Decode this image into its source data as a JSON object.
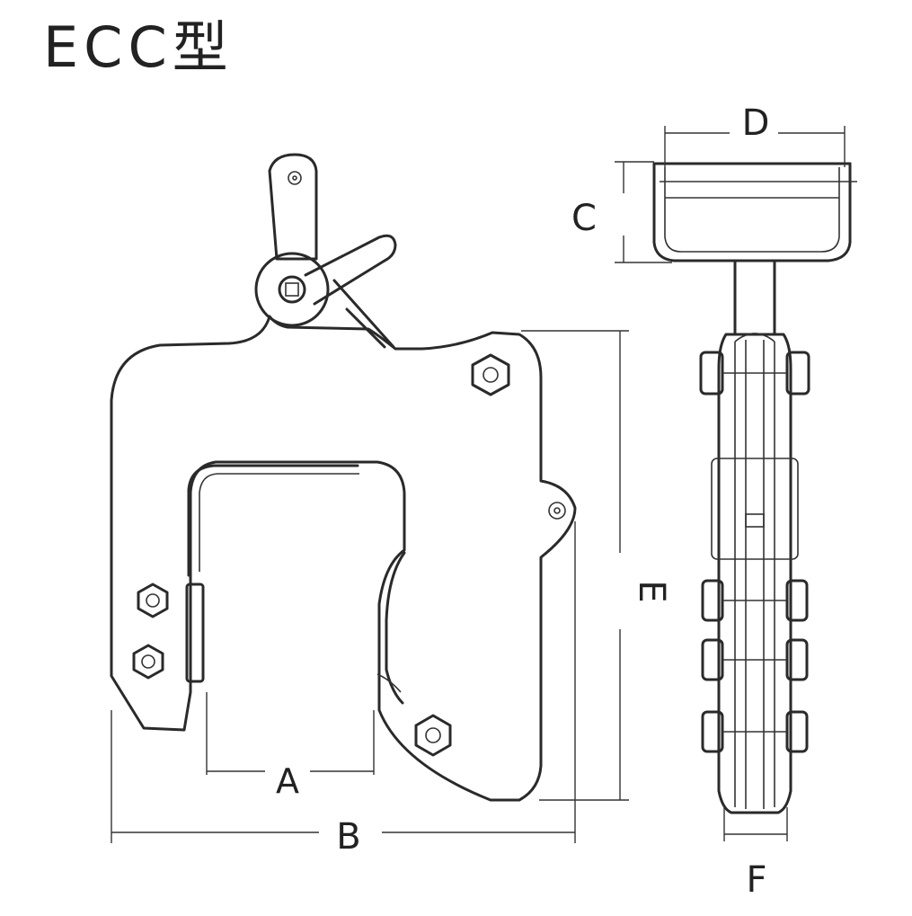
{
  "title": "ECC型",
  "dimensions": {
    "A": "A",
    "B": "B",
    "C": "C",
    "D": "D",
    "E": "E",
    "F": "F"
  }
}
